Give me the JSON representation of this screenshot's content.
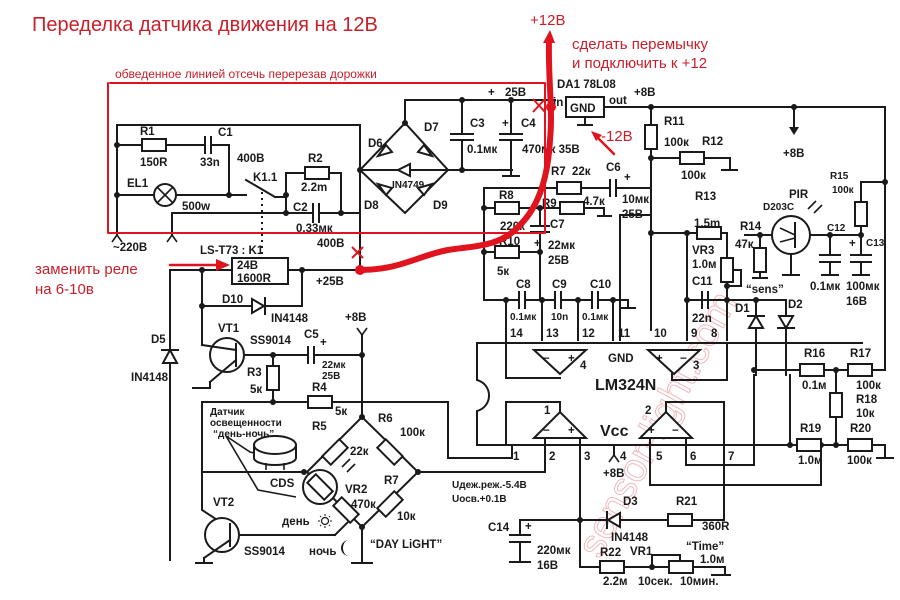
{
  "title": "Переделка датчика движения на 12В",
  "annotations": {
    "cut_note": "обведенное линией отсечь перерезав дорожки",
    "plus12_top": "+12В",
    "jumper_line1": "сделать перемычку",
    "jumper_line2": "и подключить к +12",
    "minus12": "-12В",
    "relay_line1": "заменить реле",
    "relay_line2": "на 6-10в"
  },
  "watermark": "sensor-light.com",
  "colors": {
    "annotation": "#c8202a",
    "mod_wire": "#e0141e",
    "wire": "#1a1a1a"
  },
  "labels": {
    "r1": "R1",
    "r1_val": "150R",
    "c1": "C1",
    "c1_val": "33n",
    "c1_volt": "400В",
    "el1": "EL1",
    "el1_val": "500w",
    "k11": "K1.1",
    "r2": "R2",
    "r2_val": "2.2m",
    "c2": "C2",
    "c2_val": "0.33мк",
    "c2_volt": "400В",
    "mains": "~220В",
    "d6": "D6",
    "d7": "D7",
    "d8": "D8",
    "d9": "D9",
    "zener": "IN4749",
    "c3": "C3",
    "c3_val": "0.1мк",
    "c4": "C4",
    "c4_val": "470мк 35В",
    "v25_top": "25В",
    "plus_sign": "+",
    "da1": "DA1 78L08",
    "da1_in": "in",
    "da1_out": "out",
    "da1_gnd": "GND",
    "plus8_a": "+8В",
    "plus8_b": "+8В",
    "plus8_c": "+8В",
    "plus8_d": "+8В",
    "r11": "R11",
    "r11_val": "100к",
    "r12": "R12",
    "r12_val": "100к",
    "relay": "LS-T73 : K1",
    "relay_v": "24В",
    "relay_r": "1600R",
    "plus25": "+25В",
    "d10": "D10",
    "d10_val": "IN4148",
    "d5": "D5",
    "d5_val": "IN4148",
    "vt1": "VT1",
    "vt1_val": "SS9014",
    "c5": "C5",
    "c5_val": "22мк",
    "c5_volt": "25В",
    "r3": "R3",
    "r3_val": "5к",
    "r4": "R4",
    "r4_val": "5к",
    "r7a": "R7",
    "r7a_val": "22к",
    "c6": "C6",
    "c6_val": "10мк",
    "c6_volt": "25В",
    "r8": "R8",
    "r8_val": "220к",
    "r9": "R9",
    "r9_val": "4.7к",
    "c7": "C7",
    "c7_val": "22мк",
    "c7_volt": "25В",
    "r10": "R10",
    "r10_val": "5к",
    "c8": "C8",
    "c8_val": "0.1мк",
    "c9": "C9",
    "c9_val": "10n",
    "c10": "C10",
    "c10_val": "0.1мк",
    "r13": "R13",
    "r13_val": "1.5m",
    "vr3": "VR3",
    "vr3_val": "1.0м",
    "c11": "C11",
    "c11_val": "22n",
    "r14": "R14",
    "r14_val": "47к",
    "sens": "“sens”",
    "pir": "PIR",
    "pir_val": "D203C",
    "c12": "C12",
    "c12_val": "0.1мк",
    "r15": "R15",
    "r15_val": "100к",
    "c13": "C13",
    "c13_val": "100мк",
    "c13_volt": "16В",
    "d1": "D1",
    "d2": "D2",
    "ic": "LM324N",
    "ic_gnd": "GND",
    "ic_vcc": "Vcc",
    "pins": [
      "1",
      "2",
      "3",
      "4",
      "5",
      "6",
      "7",
      "8",
      "9",
      "10",
      "11",
      "12",
      "13",
      "14"
    ],
    "opamp1": "1",
    "opamp2": "2",
    "opamp3": "3",
    "opamp4": "4",
    "r16": "R16",
    "r16_val": "0.1м",
    "r17": "R17",
    "r17_val": "100к",
    "r18": "R18",
    "r18_val": "10к",
    "r19": "R19",
    "r19_val": "1.0м",
    "r20": "R20",
    "r20_val": "100к",
    "light_sensor_1": "Датчик",
    "light_sensor_2": "освещенности",
    "light_sensor_3": "“день-ночь”",
    "r5": "R5",
    "r5_val": "22к",
    "r6": "R6",
    "r6_val": "100к",
    "cds": "CDS",
    "vr2": "VR2",
    "vr2_val": "470к",
    "r7b": "R7",
    "r7b_val": "10к",
    "day": "день",
    "night": "ночь",
    "daylight": "“DAY LiGHT”",
    "vt2": "VT2",
    "vt2_val": "SS9014",
    "u_hold": "Uдеж.реж.-5.4В",
    "u_light": "Uосв.+0.1В",
    "c14": "C14",
    "c14_val": "220мк",
    "c14_volt": "16В",
    "d3": "D3",
    "d3_val": "IN4148",
    "r21": "R21",
    "r21_val": "360R",
    "r22": "R22",
    "r22_val": "2.2м",
    "vr1": "VR1",
    "time": "“Time”",
    "vr1_val": "1.0м",
    "t_min": "10сек.",
    "t_max": "10мин."
  }
}
